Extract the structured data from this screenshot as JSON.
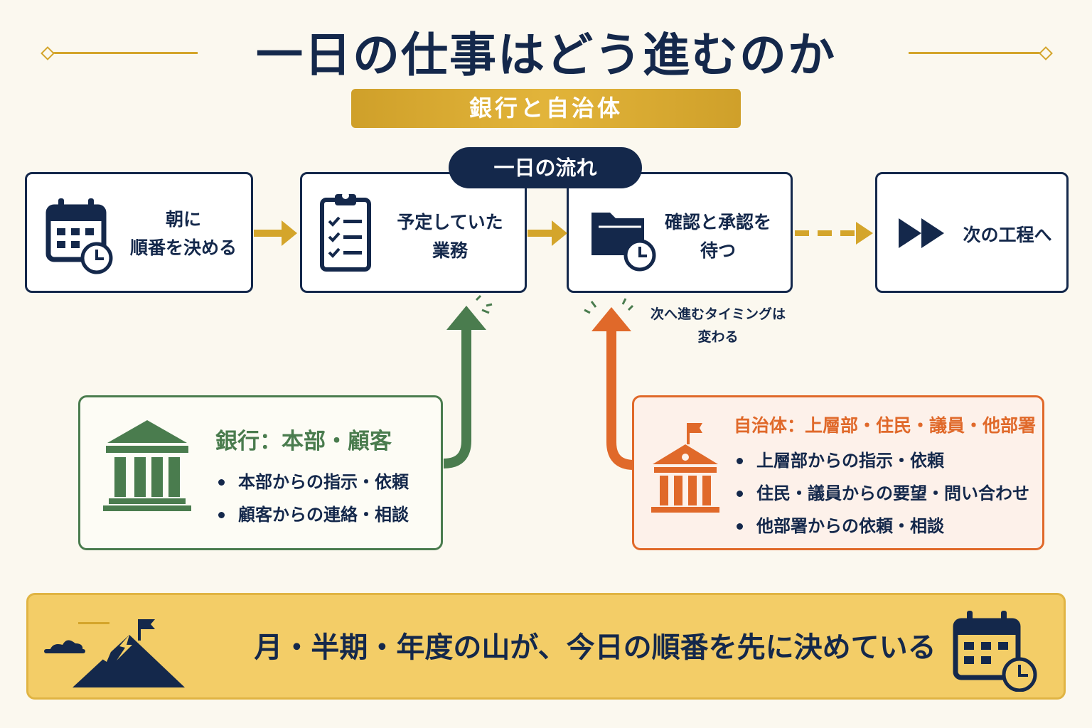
{
  "header": {
    "title": "一日の仕事はどう進むのか",
    "subtitle": "銀行と自治体"
  },
  "flow": {
    "label": "一日の流れ",
    "steps": [
      {
        "text": "朝に\n順番を決める",
        "icon": "calendar-clock-icon"
      },
      {
        "text": "予定していた\n業務",
        "icon": "clipboard-checklist-icon"
      },
      {
        "text": "確認と承認を\n待つ",
        "icon": "folder-clock-icon"
      },
      {
        "text": "次の工程へ",
        "icon": "fast-forward-icon"
      }
    ],
    "timing_note": "次へ進むタイミングは\n変わる"
  },
  "sources": {
    "bank": {
      "title": "銀行：本部・顧客",
      "items": [
        "本部からの指示・依頼",
        "顧客からの連絡・相談"
      ],
      "color": "#4a7c4e",
      "icon": "bank-building-icon"
    },
    "municipality": {
      "title": "自治体：上層部・住民・議員・他部署",
      "items": [
        "上層部からの指示・依頼",
        "住民・議員からの要望・問い合わせ",
        "他部署からの依頼・相談"
      ],
      "color": "#e0692a",
      "icon": "city-hall-icon"
    }
  },
  "banner": {
    "text": "月・半期・年度の山が、今日の順番を先に決めている",
    "left_icon": "mountain-flag-icon",
    "right_icon": "calendar-clock-icon"
  },
  "colors": {
    "navy": "#14284b",
    "gold": "#d4a52b",
    "green": "#4a7c4e",
    "orange": "#e0692a",
    "banner": "#f3cd67"
  }
}
